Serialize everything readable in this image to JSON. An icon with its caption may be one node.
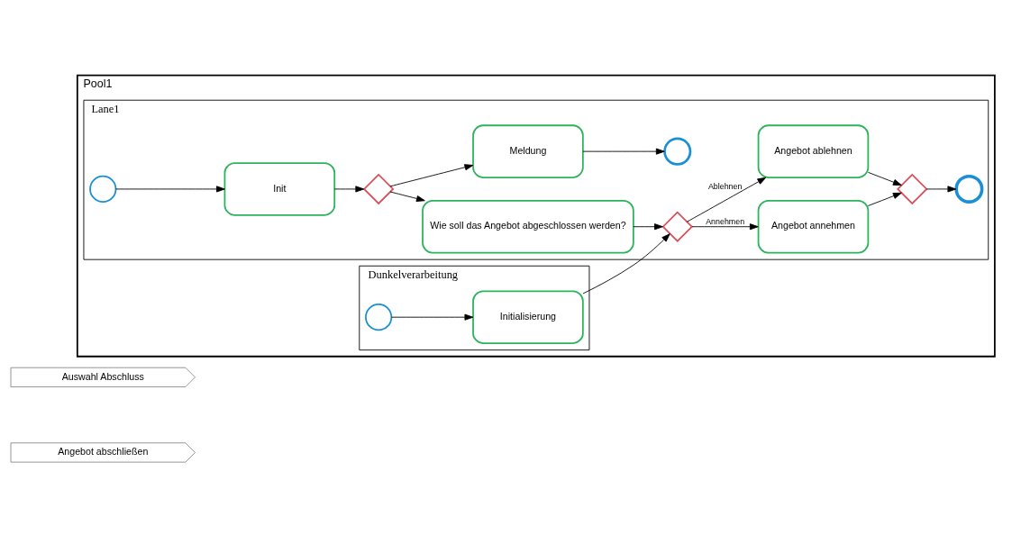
{
  "diagram": {
    "nodes": [
      {
        "text": [
          "Auswahl Abschluss"
        ]
      },
      {
        "text": [
          "Angebot abschließen"
        ]
      },
      {
        "text": [
          "Pool1"
        ]
      },
      {
        "text": [
          "Lane1"
        ],
        "in": 2
      },
      {
        "text": [],
        "shape": "circle",
        "in": 3
      },
      {
        "text": [
          "Init"
        ],
        "in": 3
      },
      {
        "text": [],
        "shape": "diamond",
        "in": 3
      },
      {
        "text": [
          "Wie soll das Angebot abgeschlossen werden?"
        ],
        "in": 3
      },
      {
        "text": [
          "Meldung"
        ],
        "in": 3
      },
      {
        "text": [],
        "shape": "circle",
        "in": 3
      },
      {
        "text": [],
        "shape": "diamond",
        "in": 3
      },
      {
        "text": [
          "Angebot annehmen"
        ],
        "in": 3
      },
      {
        "text": [
          "Angebot ablehnen"
        ],
        "in": 3
      },
      {
        "text": [],
        "shape": "diamond",
        "in": 3
      },
      {
        "text": [],
        "shape": "circle",
        "in": 3
      },
      {
        "text": [
          "Dunkelverarbeitung"
        ],
        "in": 2
      },
      {
        "text": [],
        "shape": "circle",
        "in": 15
      },
      {
        "text": [
          "Initialisierung"
        ],
        "in": 15
      }
    ],
    "edges": [
      {
        "from": 4,
        "to": 5,
        "arrow": "to"
      },
      {
        "from": 5,
        "to": 6,
        "arrow": "to"
      },
      {
        "from": 6,
        "to": 7,
        "arrow": "to"
      },
      {
        "from": 6,
        "to": 8,
        "arrow": "to"
      },
      {
        "from": 8,
        "to": 9,
        "arrow": "to"
      },
      {
        "from": 7,
        "to": 10,
        "arrow": "to"
      },
      {
        "from": 17,
        "to": 10,
        "arrow": "to"
      },
      {
        "from": 10,
        "to": 11,
        "label": "Annehmen",
        "arrow": "to"
      },
      {
        "from": 10,
        "to": 12,
        "label": "Ablehnen",
        "arrow": "to"
      },
      {
        "from": 11,
        "to": 13,
        "arrow": "to"
      },
      {
        "from": 12,
        "to": 13,
        "arrow": "to"
      },
      {
        "from": 13,
        "to": 14,
        "arrow": "to"
      },
      {
        "from": 16,
        "to": 17,
        "arrow": "to"
      }
    ]
  }
}
